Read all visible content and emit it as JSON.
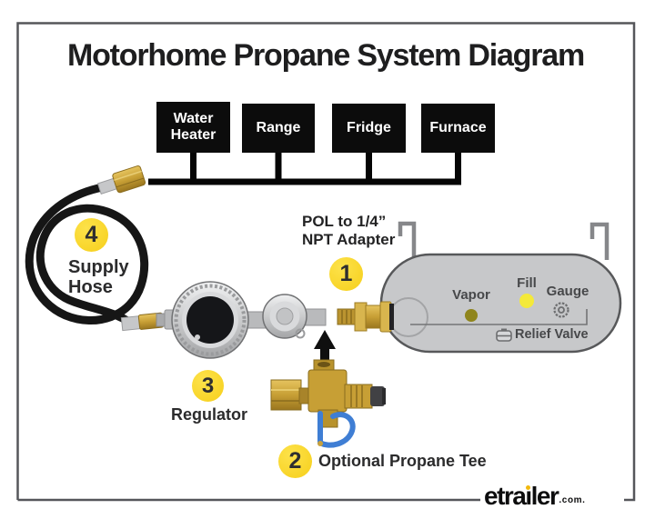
{
  "title": "Motorhome Propane System Diagram",
  "appliances": [
    {
      "label": "Water Heater"
    },
    {
      "label": "Range"
    },
    {
      "label": "Fridge"
    },
    {
      "label": "Furnace"
    }
  ],
  "callouts": {
    "adapter": {
      "number": "1",
      "label_line1": "POL to 1/4”",
      "label_line2": "NPT Adapter"
    },
    "tee": {
      "number": "2",
      "label": "Optional Propane Tee"
    },
    "regulator": {
      "number": "3",
      "label": "Regulator"
    },
    "hose": {
      "number": "4",
      "label_line1": "Supply",
      "label_line2": "Hose"
    }
  },
  "tank": {
    "ports": [
      {
        "label": "Vapor"
      },
      {
        "label": "Fill"
      },
      {
        "label": "Gauge"
      }
    ],
    "relief_label": "Relief Valve"
  },
  "logo": {
    "pre": "etra",
    "i": "ı",
    "post": "ler",
    "tld": ".com."
  },
  "colors": {
    "callout_yellow": "#f6cf1b",
    "fill_dot": "#f4e93a",
    "vapor_dot": "#8f851c",
    "tank_gray": "#c7c8ca",
    "frame_gray": "#55565a",
    "brass": "#c79f35",
    "blue_cap": "#3f7ed4",
    "logo_i_dot": "#f2b90e",
    "appliance_box": "#0c0c0c"
  }
}
